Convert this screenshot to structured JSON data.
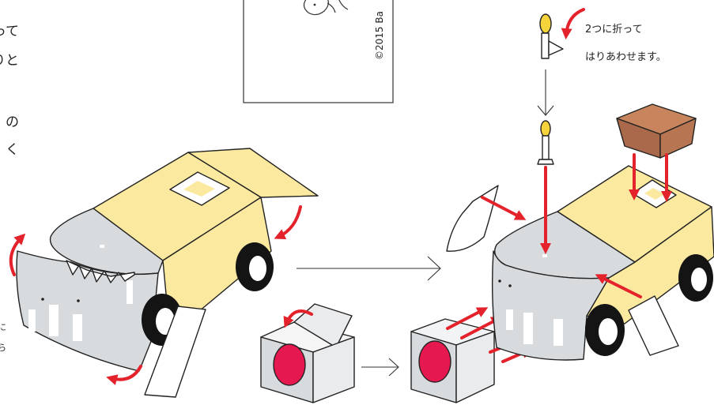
{
  "intro_text": {
    "lines": [
      "って",
      "りと",
      "の",
      "く"
    ]
  },
  "side_text": {
    "lines": [
      "に",
      "ら"
    ]
  },
  "card": {
    "copyright": "©2015 Ba"
  },
  "lamp_step": {
    "lines": [
      "2つに折って",
      "はりあわせます。"
    ]
  },
  "colors": {
    "body_yellow": "#fbe9a0",
    "body_grey": "#d8dbde",
    "arrow_red": "#e4222b",
    "box_brown": "#b97852",
    "lamp_yellow": "#f5d33a",
    "light_red": "#e5194f"
  }
}
